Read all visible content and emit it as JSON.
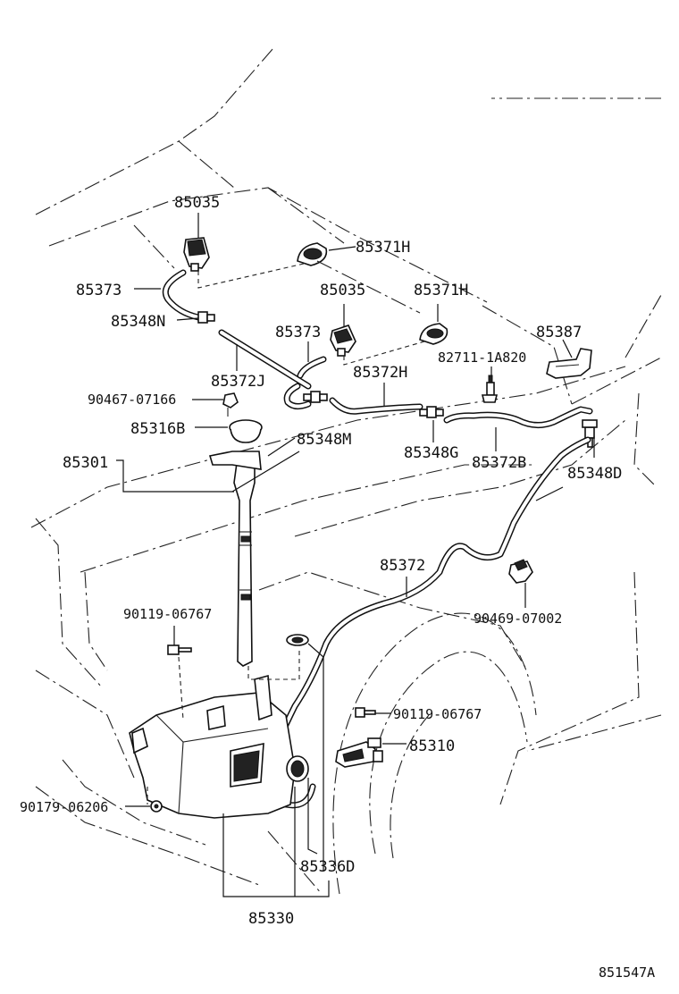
{
  "labels": {
    "l_85035_a": "85035",
    "l_85371h_a": "85371H",
    "l_85373_a": "85373",
    "l_85035_b": "85035",
    "l_85371h_b": "85371H",
    "l_85348n": "85348N",
    "l_85373_b": "85373",
    "l_85387": "85387",
    "l_82711": "82711-1A820",
    "l_85372j": "85372J",
    "l_85372h": "85372H",
    "l_90467": "90467-07166",
    "l_85316b": "85316B",
    "l_85348m": "85348M",
    "l_85348g": "85348G",
    "l_85372b": "85372B",
    "l_85301": "85301",
    "l_85348d": "85348D",
    "l_85372": "85372",
    "l_90119_a": "90119-06767",
    "l_90469": "90469-07002",
    "l_90119_b": "90119-06767",
    "l_85310": "85310",
    "l_90179": "90179-06206",
    "l_85336d": "85336D",
    "l_85330": "85330",
    "l_code": "851547A"
  }
}
